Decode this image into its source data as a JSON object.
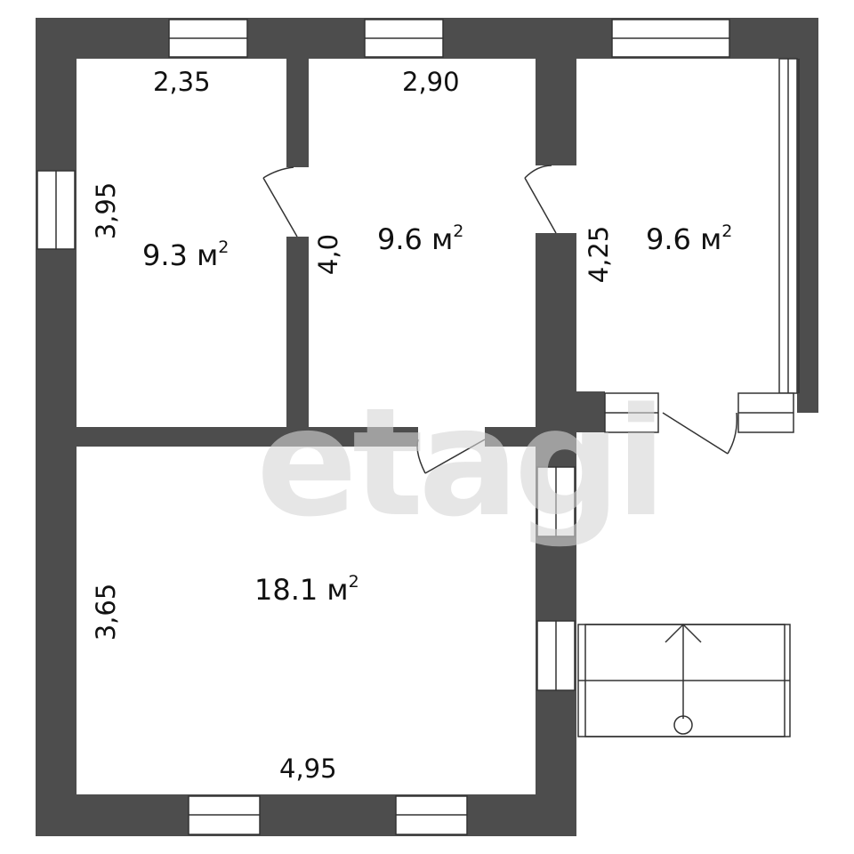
{
  "watermark": "etagi",
  "colors": {
    "wall": "#4d4d4d",
    "window": "#ffffff",
    "line": "#333333",
    "watermark": "#d6d6d6"
  },
  "rooms": {
    "room1": {
      "area": "9.3 м",
      "unit_sup": "2",
      "width": "2,35",
      "length": "3,95"
    },
    "room2": {
      "area": "9.6 м",
      "unit_sup": "2",
      "width": "2,90",
      "length": "4,0"
    },
    "room3": {
      "area": "9.6 м",
      "unit_sup": "2",
      "length": "4,25"
    },
    "room4": {
      "area": "18.1 м",
      "unit_sup": "2",
      "width": "4,95",
      "length": "3,65"
    }
  },
  "icons": {
    "stairs": "stairs-icon"
  }
}
